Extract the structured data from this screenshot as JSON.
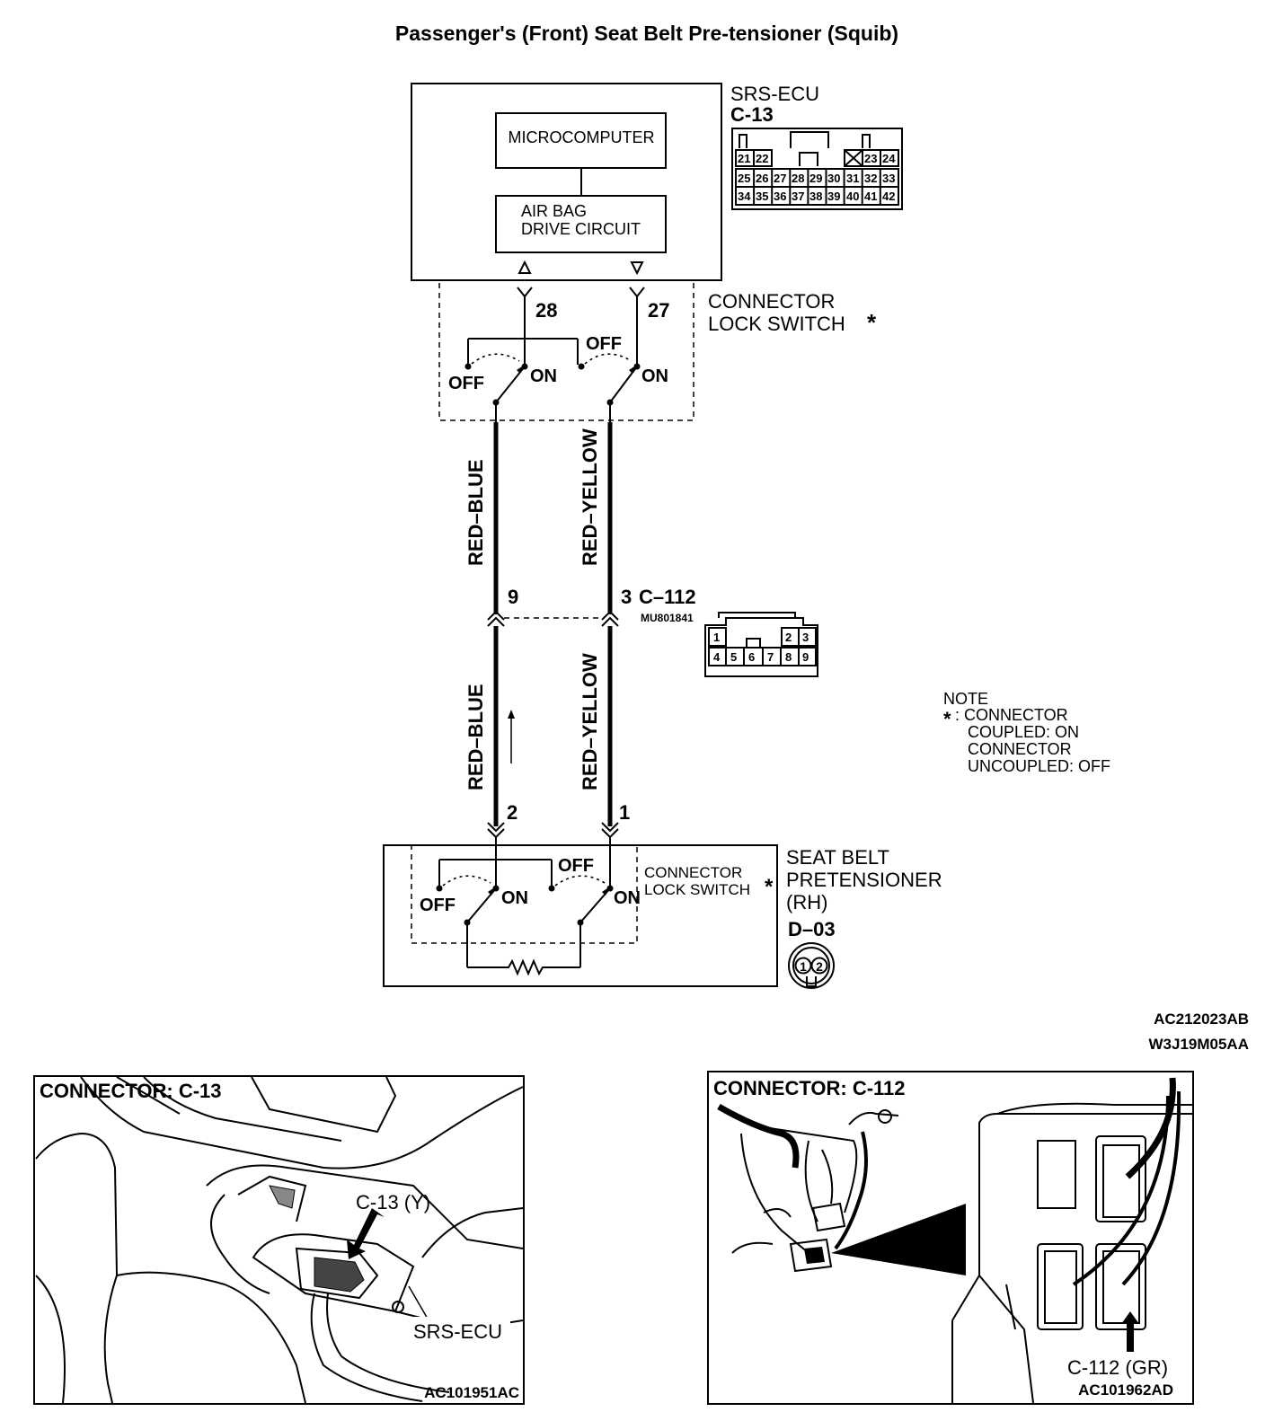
{
  "title": "Passenger's (Front) Seat Belt Pre-tensioner (Squib)",
  "ecu": {
    "name": "SRS-ECU",
    "connector": "C-13",
    "microcomputer": "MICROCOMPUTER",
    "drive_circuit_line1": "AIR BAG",
    "drive_circuit_line2": "DRIVE CIRCUIT",
    "pins_row1": [
      "21",
      "22",
      "23",
      "24"
    ],
    "pins_row2": [
      "25",
      "26",
      "27",
      "28",
      "29",
      "30",
      "31",
      "32",
      "33"
    ],
    "pins_row3": [
      "34",
      "35",
      "36",
      "37",
      "38",
      "39",
      "40",
      "41",
      "42"
    ]
  },
  "lock_switch_top": {
    "line1": "CONNECTOR",
    "line2": "LOCK SWITCH",
    "mark": "*"
  },
  "terminals": {
    "ecu_left": "28",
    "ecu_right": "27",
    "c112_left": "9",
    "c112_right": "3",
    "d03_left": "2",
    "d03_right": "1"
  },
  "switch_states": {
    "on": "ON",
    "off": "OFF"
  },
  "wires": {
    "left": "RED–BLUE",
    "right": "RED–YELLOW"
  },
  "c112": {
    "name": "C–112",
    "part": "MU801841",
    "pins_row1": [
      "1",
      "2",
      "3"
    ],
    "pins_row2": [
      "4",
      "5",
      "6",
      "7",
      "8",
      "9"
    ]
  },
  "note": {
    "heading": "NOTE",
    "mark": "*",
    "line1": ": CONNECTOR",
    "line2": "COUPLED: ON",
    "line3": "CONNECTOR",
    "line4": "UNCOUPLED: OFF"
  },
  "pretensioner": {
    "switch_line1": "CONNECTOR",
    "switch_line2": "LOCK SWITCH",
    "mark": "*",
    "name_line1": "SEAT BELT",
    "name_line2": "PRETENSIONER",
    "name_line3": "(RH)",
    "connector": "D–03",
    "pins": [
      "1",
      "2"
    ]
  },
  "codes": {
    "code1": "AC212023AB",
    "code2": "W3J19M05AA"
  },
  "panel_c13": {
    "heading": "CONNECTOR: C-13",
    "callout": "C-13 (Y)",
    "ecu_label": "SRS-ECU",
    "code": "AC101951AC"
  },
  "panel_c112": {
    "heading": "CONNECTOR: C-112",
    "callout": "C-112 (GR)",
    "code": "AC101962AD"
  }
}
